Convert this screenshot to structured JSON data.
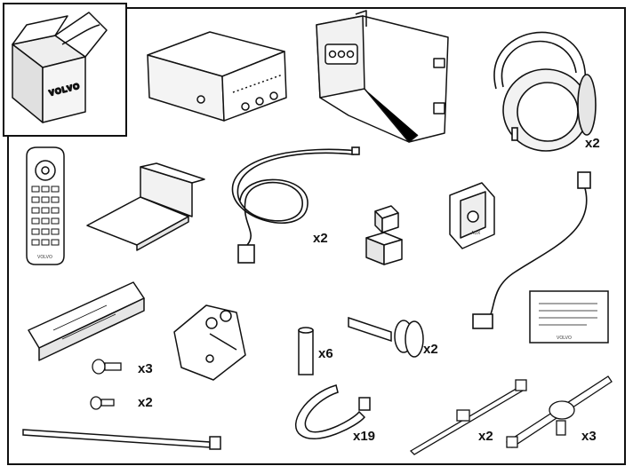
{
  "box": {
    "brand": "VOLVO"
  },
  "quantities": {
    "headphones": "x2",
    "cable": "x2",
    "screws_large": "x3",
    "screws_small": "x2",
    "spacer": "x6",
    "push_pin": "x2",
    "strap_clip": "x19",
    "tie_mount": "x2",
    "tie_clip": "x3"
  },
  "remote": {
    "brand": "VOLVO"
  },
  "aux_jack": {
    "label": "AUX"
  },
  "info_card": {
    "brand": "VOLVO"
  },
  "colors": {
    "line": "#111111",
    "fill": "#ffffff",
    "shade": "#d9d9d9",
    "dark": "#8a8a8a"
  }
}
